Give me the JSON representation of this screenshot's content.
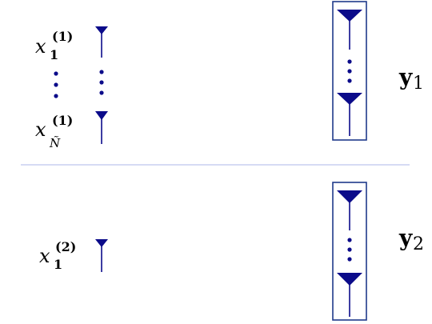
{
  "colors": {
    "antenna": "#0b0b8a",
    "box": "#1f3a8a",
    "separator": "#c9cff0",
    "text": "#111111"
  },
  "group1": {
    "label_top": {
      "base": "x",
      "sub": "1",
      "sup": "(1)"
    },
    "label_bottom": {
      "base": "x",
      "sub": "Ñ",
      "sup": "(1)"
    },
    "output": {
      "base": "y",
      "sub": "1"
    }
  },
  "group2": {
    "label_top": {
      "base": "x",
      "sub": "1",
      "sup": "(2)"
    },
    "output": {
      "base": "y",
      "sub": "2"
    }
  },
  "icons": {
    "antenna": "antenna-icon",
    "vdots": "vertical-ellipsis-icon"
  }
}
